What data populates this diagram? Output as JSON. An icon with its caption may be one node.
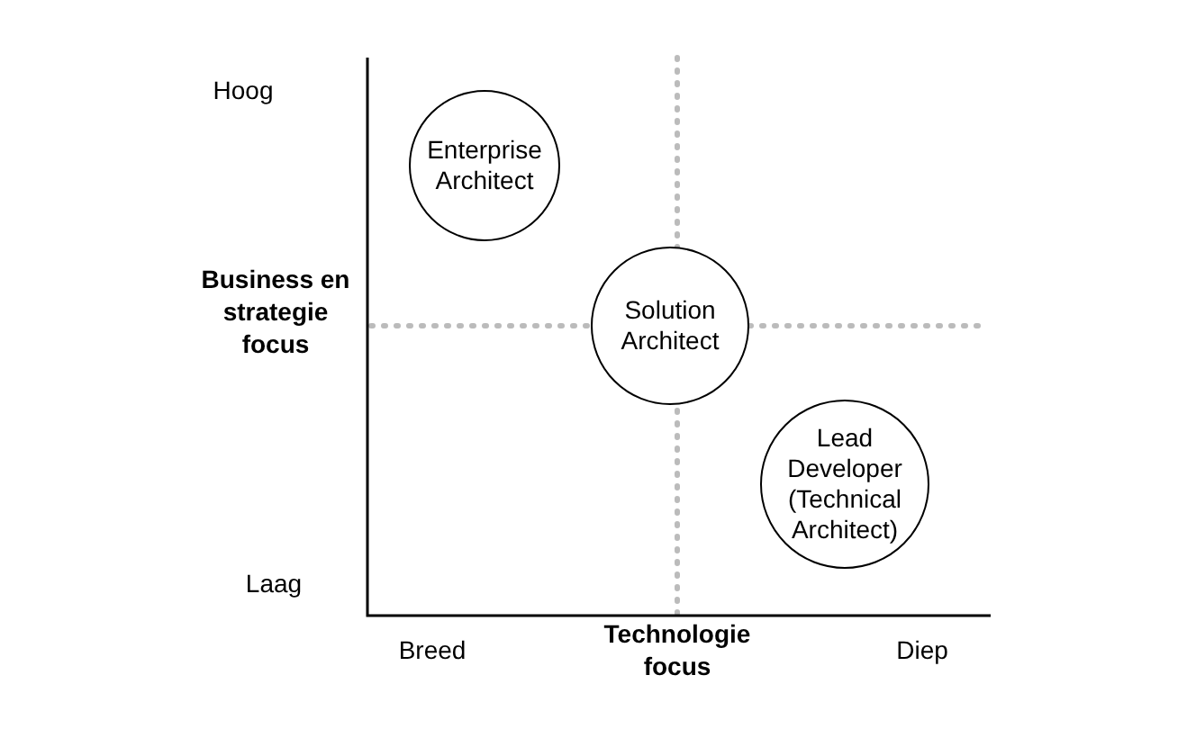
{
  "diagram": {
    "nodes": [
      {
        "text": [
          "Enterprise Architect"
        ]
      },
      {
        "text": [
          "Solution Architect"
        ]
      },
      {
        "text": [
          "Lead Developer (Technical Architect)"
        ]
      }
    ],
    "labels": [
      "Hoog",
      "Business en strategie focus",
      "Laag",
      "Breed",
      "Technologie focus",
      "Diep"
    ]
  }
}
